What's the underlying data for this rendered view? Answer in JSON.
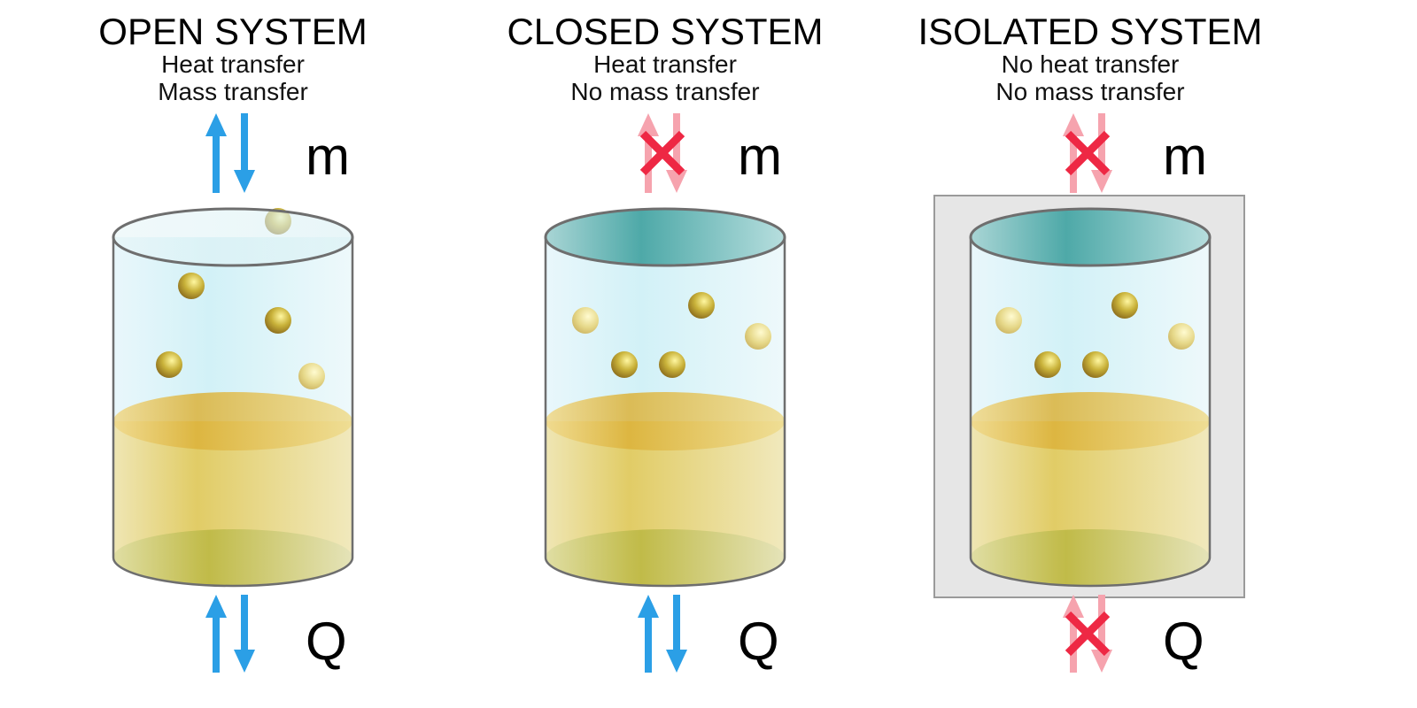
{
  "panels": [
    {
      "id": "open",
      "title": "OPEN SYSTEM",
      "lines": [
        "Heat transfer",
        "Mass transfer"
      ],
      "mass_symbol": "m",
      "heat_symbol": "Q",
      "mass_transfer": true,
      "heat_transfer": true,
      "lid": false,
      "insulated": false
    },
    {
      "id": "closed",
      "title": "CLOSED SYSTEM",
      "lines": [
        "Heat transfer",
        "No mass transfer"
      ],
      "mass_symbol": "m",
      "heat_symbol": "Q",
      "mass_transfer": false,
      "heat_transfer": true,
      "lid": true,
      "insulated": false
    },
    {
      "id": "isolated",
      "title": "ISOLATED SYSTEM",
      "lines": [
        "No heat transfer",
        "No mass transfer"
      ],
      "mass_symbol": "m",
      "heat_symbol": "Q",
      "mass_transfer": false,
      "heat_transfer": false,
      "lid": true,
      "insulated": true
    }
  ],
  "colors": {
    "arrow": "#2b9fe6",
    "blocked_arrow": "#f6a3ae",
    "cross": "#ee2844",
    "lid": "#4fa9a9",
    "liquid": "#e3cf6a",
    "particle": "#c9b23a",
    "insulation": "#e6e6e6"
  }
}
